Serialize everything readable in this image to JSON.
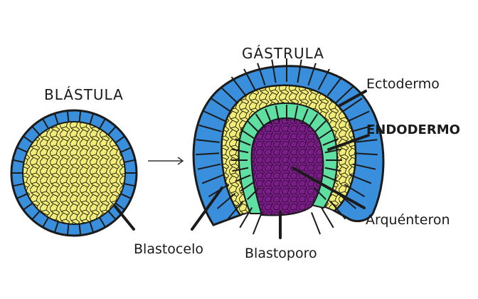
{
  "diagram": {
    "blastula": {
      "title": "BLÁSTULA",
      "labels": {
        "blastocele": "Blastocelo"
      }
    },
    "gastrula": {
      "title": "GÁSTRULA",
      "labels": {
        "ectoderm": "Ectodermo",
        "endoderm": "ENDODERMO",
        "archenteron": "Arquénteron",
        "blastopore": "Blastoporo"
      }
    }
  },
  "colors": {
    "ectoderm": "#3a8fdc",
    "blastocele": "#f2ec7a",
    "endoderm": "#5fe0a2",
    "archenteron": "#7a1f88",
    "outline": "#1b1b1b"
  }
}
